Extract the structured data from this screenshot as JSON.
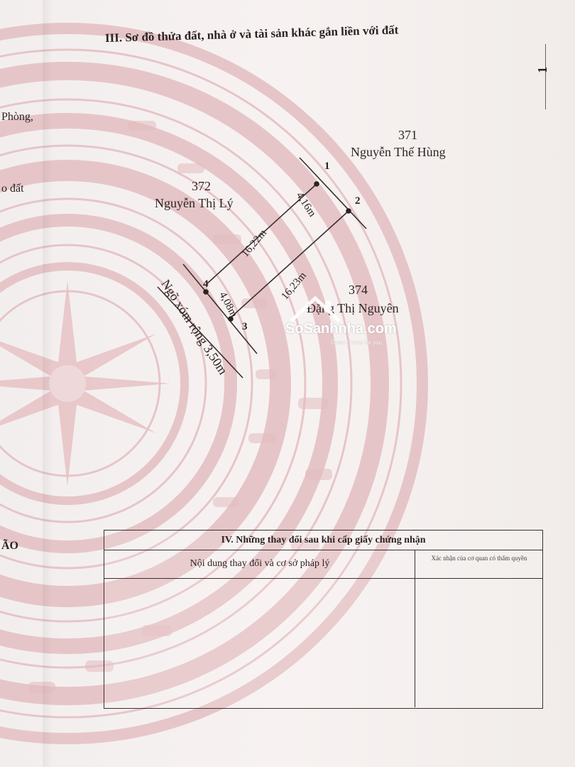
{
  "section_iii": {
    "title": "III. Sơ đồ thửa đất, nhà ở và tài sản khác gắn liền với đất"
  },
  "left_fragments": {
    "phong": "Phòng,",
    "dat": "o đất",
    "ao": "ÃO"
  },
  "edge_mark": "1",
  "plot": {
    "parcel_371": {
      "number": "371",
      "owner": "Nguyễn Thế Hùng"
    },
    "parcel_372": {
      "number": "372",
      "owner": "Nguyễn Thị Lý"
    },
    "parcel_374": {
      "number": "374",
      "owner": "Đặng Thị Nguyên"
    },
    "points": [
      "1",
      "2",
      "3",
      "4"
    ],
    "dimensions": {
      "d12": "4,16m",
      "d14": "16,22m",
      "d23": "16,23m",
      "d34": "4,08m"
    },
    "road_label": "Ngõ xóm rộng 3,50m"
  },
  "logo": {
    "name": "SoSanhnha.com",
    "tagline": "Great choice for you"
  },
  "section_iv": {
    "title": "IV. Những thay đổi sau khi cấp giấy chứng nhận",
    "col_content": "Nội dung thay đổi và cơ sở pháp lý",
    "col_confirm": "Xác nhận của cơ quan có thẩm quyền"
  },
  "colors": {
    "watermark": "#e8c8cb",
    "ink": "#2b2320",
    "paper": "#f4efec"
  }
}
